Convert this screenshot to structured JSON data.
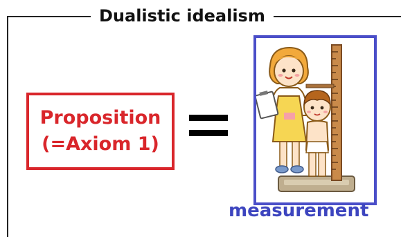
{
  "title": "Dualistic idealism",
  "proposition": {
    "line1": "Proposition",
    "line2": "(=Axiom 1)"
  },
  "measurement_label": "measurement",
  "colors": {
    "proposition": "#d9262b",
    "measurement": "#4a4ec8",
    "frame": "#222222"
  },
  "icons": [
    "equals-sign",
    "measurement-illustration"
  ]
}
